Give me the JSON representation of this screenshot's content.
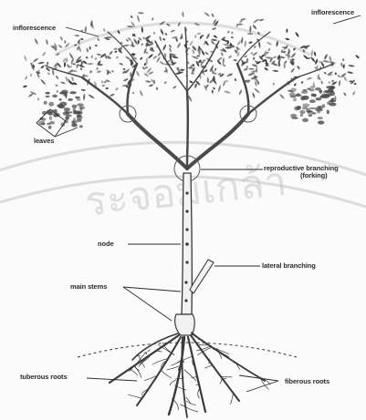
{
  "labels": {
    "inflorescence_left": "inflorescence",
    "inflorescence_right": "inflorescence",
    "leaves": "leaves",
    "reproductive_branching": "reproductive branching",
    "forking": "(forking)",
    "node": "node",
    "lateral_branching": "lateral branching",
    "main_stems": "main stems",
    "tuberous_roots": "tuberous roots",
    "fiberous_roots": "fiberous roots"
  },
  "watermark": {
    "text": "ระจอมเกล้า",
    "color": "#b8b8b8"
  },
  "colors": {
    "ink": "#2b2b2b",
    "foliage": "#3a3a3a",
    "background": "#fbfbfb"
  }
}
